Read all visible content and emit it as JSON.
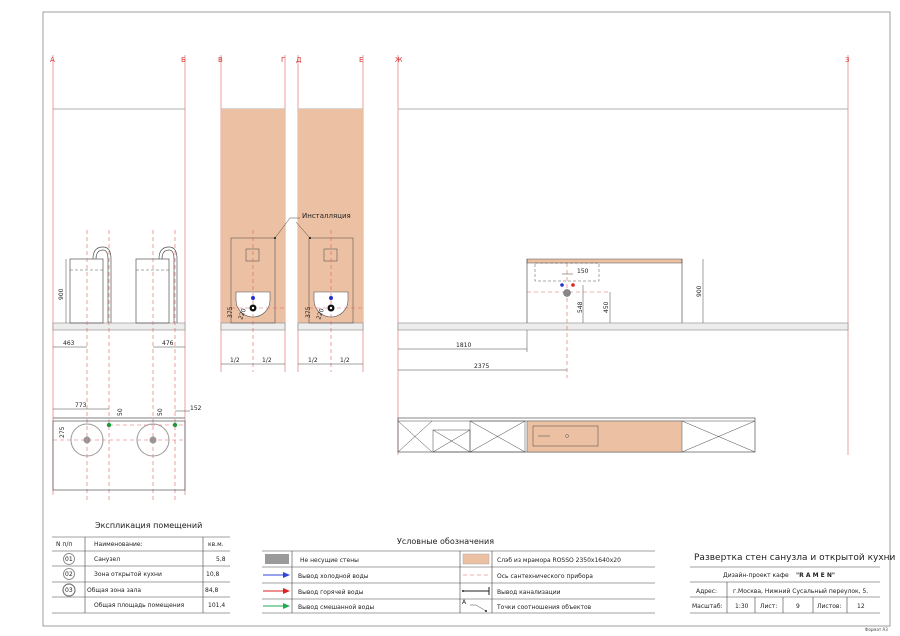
{
  "axes": [
    "А",
    "Б",
    "В",
    "Г",
    "Д",
    "Е",
    "Ж",
    "З"
  ],
  "labels": {
    "installation": "Инсталляция"
  },
  "dimensions": {
    "wall1": {
      "height": "900",
      "left": "463",
      "right": "476"
    },
    "wall2": {
      "h1": "375",
      "h2": "220",
      "half_left": "1/2",
      "half_right": "1/2"
    },
    "wall3": {
      "h1": "375",
      "h2": "220",
      "half_left": "1/2",
      "half_right": "1/2"
    },
    "wall4": {
      "d150": "150",
      "d548": "548",
      "d450": "450",
      "height": "900",
      "d1810": "1810",
      "d2375": "2375"
    },
    "plan1": {
      "d773": "773",
      "d50a": "50",
      "d50b": "50",
      "d152": "152",
      "d275": "275"
    }
  },
  "explication": {
    "title": "Экспликация помещений",
    "headers": [
      "N п/п",
      "Наименование:",
      "кв.м."
    ],
    "rows": [
      {
        "num": "01",
        "name": "Санузел",
        "area": "5,8"
      },
      {
        "num": "02",
        "name": "Зона открытой кухни",
        "area": "10,8"
      },
      {
        "num": "03",
        "name": "Общая зона зала",
        "area": "84,8"
      }
    ],
    "total": {
      "name": "Общая площадь помещения",
      "area": "101,4"
    }
  },
  "legend": {
    "title": "Условные обозначения",
    "items": [
      "Не несущие стены",
      "Вывод холодной воды",
      "Вывод горячей воды",
      "Вывод смешанной воды",
      "Слэб из мрамора ROSSO 2350x1640x20",
      "Ось сантехнического прибора",
      "Вывод канализации",
      "Точки соотношения объектов"
    ],
    "point_marker": "А",
    "colors": {
      "walls": "#9a9a9a",
      "cold": "#3344dd",
      "hot": "#dd2222",
      "mixed": "#22aa55",
      "marble": "#ecc0a3"
    }
  },
  "title_block": {
    "title": "Развертка стен санузла и открытой кухни",
    "project": "Дизайн-проект кафе",
    "project_name": "\"R A M E N\"",
    "address_label": "Адрес:",
    "address": "г.Москва, Нижний Сусальный переулок, 5.",
    "scale_label": "Масштаб:",
    "scale": "1:30",
    "sheet_label": "Лист:",
    "sheet": "9",
    "sheets_label": "Листов:",
    "sheets": "12",
    "format": "Формат А3"
  }
}
